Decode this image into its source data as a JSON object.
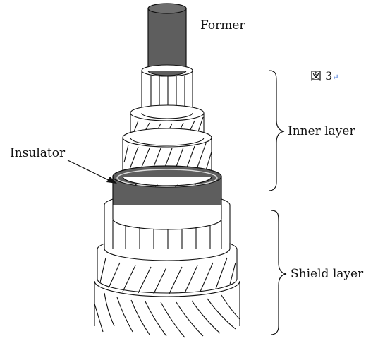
{
  "labels": {
    "former": "Former",
    "figure_tag": "図 3",
    "inner_layer": "Inner layer",
    "insulator": "Insulator",
    "shield_layer": "Shield layer",
    "caption": ""
  },
  "colors": {
    "former_fill": "#5e5e5e",
    "insulator_fill": "#5e5e5e",
    "strand_line": "#111111",
    "background": "#ffffff",
    "paragraph_mark": "#3b6fd8"
  },
  "icons": {
    "paragraph_mark": "return-arrow-icon"
  }
}
